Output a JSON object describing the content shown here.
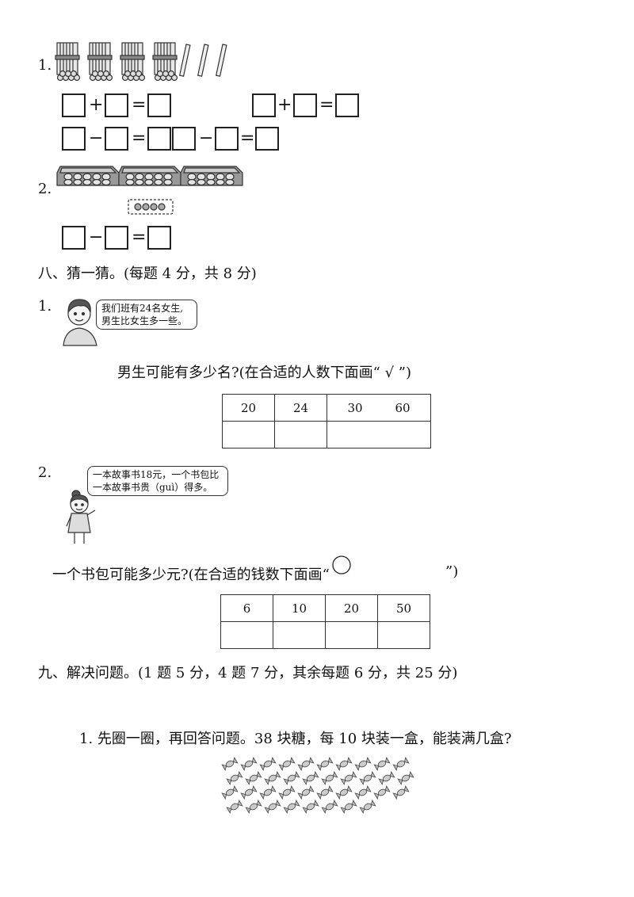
{
  "q1": {
    "number": "1.",
    "ops": [
      "+",
      "=",
      "+",
      "=",
      "−",
      "=",
      "−",
      "="
    ]
  },
  "q2": {
    "number": "2.",
    "ops": [
      "−",
      "="
    ]
  },
  "section8": {
    "title": "八、猜一猜。(每题 4 分，共 8 分)",
    "p1": {
      "number": "1.",
      "bubble_line1": "我们班有24名女生,",
      "bubble_line2": "男生比女生多一些。",
      "question": "男生可能有多少名?(在合适的人数下面画“ √ ”)",
      "options": [
        "20",
        "24",
        "30",
        "60"
      ]
    },
    "p2": {
      "number": "2.",
      "bubble_line1": "一本故事书18元，一个书包比",
      "bubble_line2": "一本故事书贵（guì）得多。",
      "question_part1": "一个书包可能多少元?(在合适的钱数下面画“",
      "question_part2": "”)",
      "options": [
        "6",
        "10",
        "20",
        "50"
      ]
    }
  },
  "section9": {
    "title": "九、解决问题。(1 题 5 分，4 题 7 分，其余每题 6 分，共 25 分)",
    "p1": {
      "question": "1. 先圈一圈，再回答问题。38 块糖，每 10 块装一盒，能装满几盒?"
    }
  }
}
